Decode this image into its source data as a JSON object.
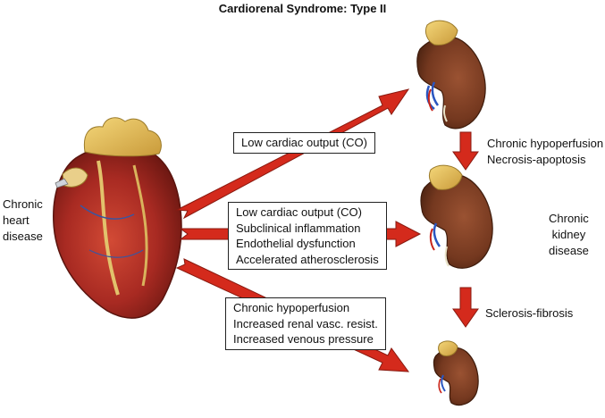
{
  "title": "Cardiorenal Syndrome: Type II",
  "heart_label": [
    "Chronic",
    "heart",
    "disease"
  ],
  "box_top": [
    "Low cardiac output (CO)"
  ],
  "box_middle": [
    "Low cardiac output (CO)",
    "Subclinical inflammation",
    "Endothelial dysfunction",
    "Accelerated atherosclerosis"
  ],
  "box_bottom": [
    "Chronic hypoperfusion",
    "Increased renal vasc. resist.",
    "Increased venous pressure"
  ],
  "arrow1_label": [
    "Chronic hypoperfusion",
    "Necrosis-apoptosis"
  ],
  "kidney_label": [
    "Chronic",
    "kidney",
    "disease"
  ],
  "arrow2_label": [
    "Sclerosis-fibrosis"
  ],
  "colors": {
    "arrow": "#d42a1c",
    "arrow_outline": "#8a1a10",
    "kidney": "#7a3b22",
    "fat": "#e8c25a",
    "heart": "#b8322a"
  }
}
